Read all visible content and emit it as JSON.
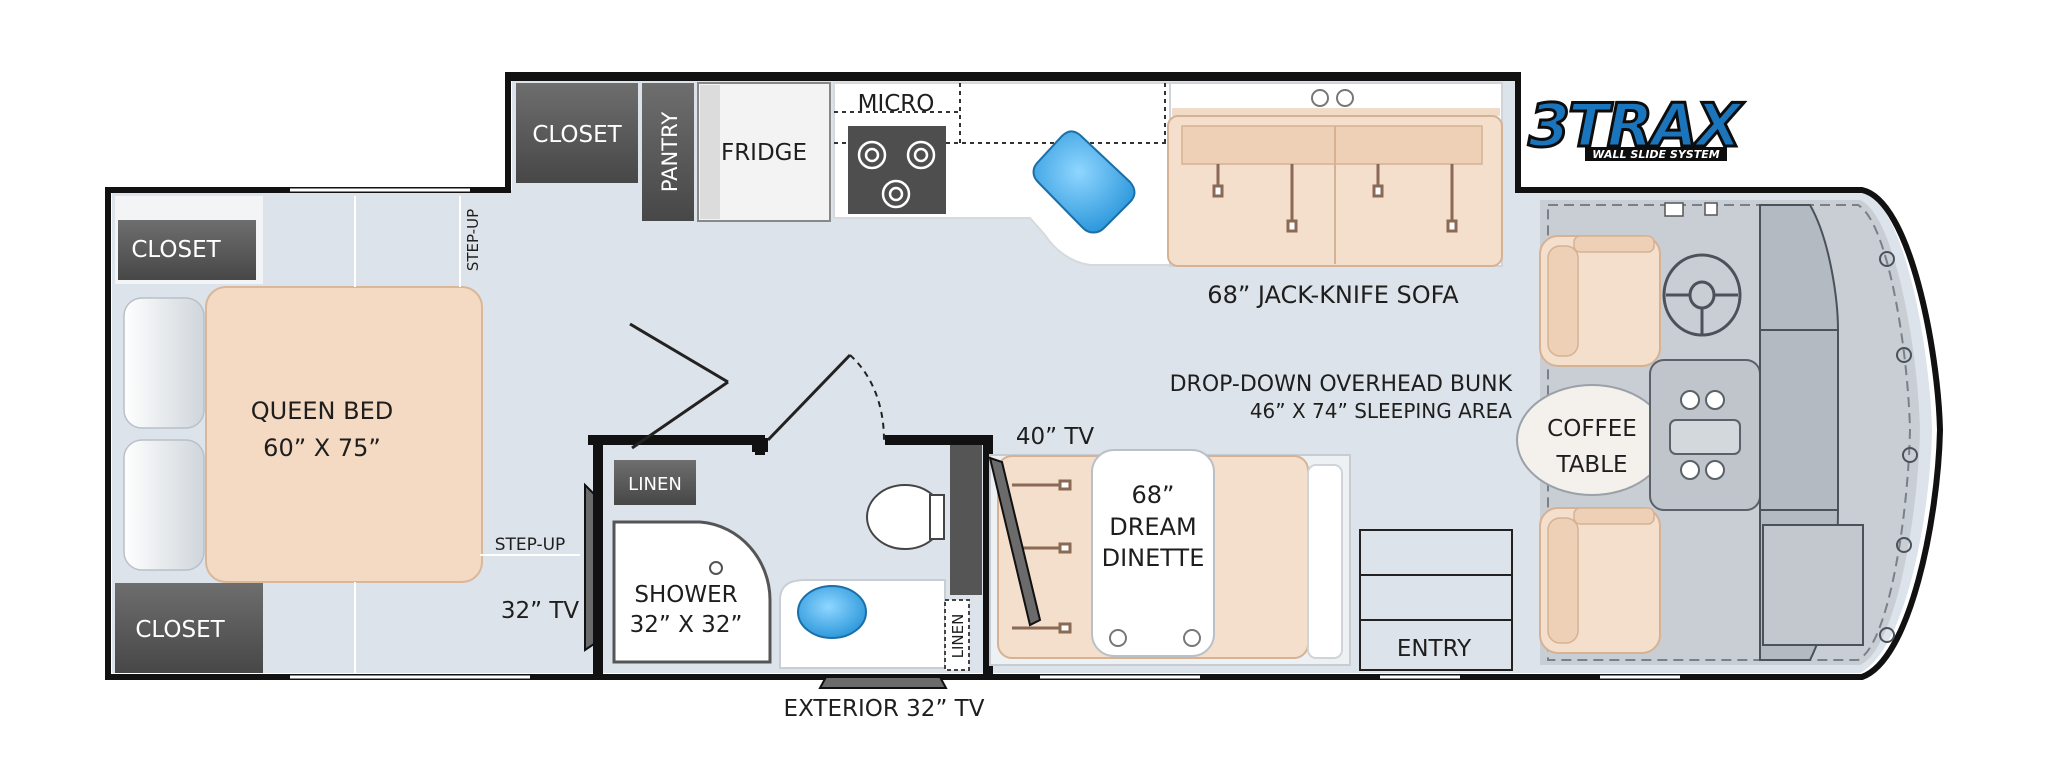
{
  "logo": {
    "mark": "3TRAX",
    "tagline": "WALL SLIDE SYSTEM",
    "colors": {
      "primary": "#1b75bc",
      "accent": "#3fa8e0",
      "dark": "#0d0d0d"
    }
  },
  "labels": {
    "closet_slide": "CLOSET",
    "pantry": "PANTRY",
    "fridge": "FRIDGE",
    "micro": "MICRO",
    "closet_top": "CLOSET",
    "closet_bottom": "CLOSET",
    "step_up_top": "STEP-UP",
    "step_up_bottom": "STEP-UP",
    "queen_bed_line1": "QUEEN BED",
    "queen_bed_line2": "60” X 75”",
    "tv_bedroom": "32” TV",
    "linen_top": "LINEN",
    "linen_side": "LINEN",
    "shower_line1": "SHOWER",
    "shower_line2": "32” X 32”",
    "exterior_tv": "EXTERIOR 32” TV",
    "tv_dinette": "40” TV",
    "dinette_line1": "68”",
    "dinette_line2": "DREAM",
    "dinette_line3": "DINETTE",
    "sofa": "68” JACK-KNIFE SOFA",
    "bunk_line1": "DROP-DOWN OVERHEAD BUNK",
    "bunk_line2": "46” X 74” SLEEPING AREA",
    "coffee_line1": "COFFEE",
    "coffee_line2": "TABLE",
    "entry": "ENTRY"
  },
  "colors": {
    "floor": "#dde3ea",
    "wall": "#111111",
    "cabinet_dark": "#5b5b5b",
    "cabinet_mid": "#6e6e6e",
    "upholstery": "#f3dfcc",
    "upholstery_edge": "#e5c3a6",
    "bed": "#f4d9c3",
    "basin": "#35a8e6",
    "cockpit": "#a9b0b7",
    "counter": "#ffffff"
  }
}
